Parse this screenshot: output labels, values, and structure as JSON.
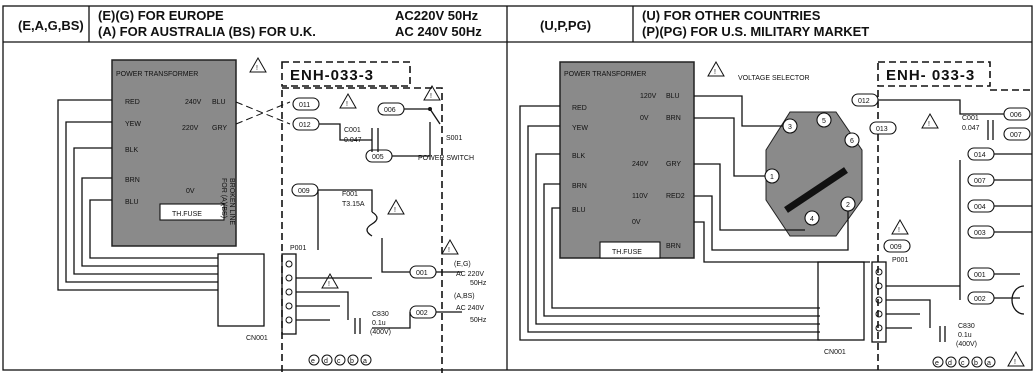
{
  "left": {
    "models": "(E,A,G,BS)",
    "region1": "(E)(G) FOR EUROPE",
    "region2": "(A) FOR AUSTRALIA (BS) FOR U.K.",
    "volt1": "AC220V 50Hz",
    "volt2": "AC 240V 50Hz",
    "board": "ENH-033-3",
    "transformer_label": "POWER TRANSFORMER",
    "wires": [
      "RED",
      "YEW",
      "BLK",
      "BRN",
      "BLU"
    ],
    "taps": [
      "240V",
      "220V",
      "0V"
    ],
    "tap_colors": [
      "BLU",
      "GRY"
    ],
    "thfuse": "TH.FUSE",
    "broken_line": [
      "BROKEN LINE",
      "FOR (A)(BS)"
    ],
    "connectors": [
      "011",
      "012",
      "006",
      "005",
      "009",
      "001",
      "002"
    ],
    "capacitor": [
      "C001",
      "0.047"
    ],
    "switch": "S001",
    "switch_label": "POWER SWITCH",
    "fuse": [
      "F001",
      "T3.15A"
    ],
    "plug": "P001",
    "cn": "CN001",
    "cap830": [
      "C830",
      "0.1u",
      "(400V)"
    ],
    "ac_e": [
      "(E,G)",
      "AC 220V",
      "50Hz"
    ],
    "ac_a": [
      "(A,BS)",
      "AC 240V",
      "50Hz"
    ],
    "letters": [
      "e",
      "d",
      "c",
      "b",
      "a"
    ]
  },
  "right": {
    "models": "(U,P,PG)",
    "region1": "(U) FOR OTHER COUNTRIES",
    "region2": "(P)(PG) FOR U.S. MILITARY MARKET",
    "board": "ENH- 033-3",
    "voltage_selector": "VOLTAGE SELECTOR",
    "transformer_label": "POWER TRANSFORMER",
    "wires": [
      "RED",
      "YEW",
      "BLK",
      "BRN",
      "BLU"
    ],
    "taps": [
      "120V",
      "0V",
      "240V",
      "110V",
      "0V"
    ],
    "tap_colors": [
      "BLU",
      "BRN",
      "GRY",
      "RED2",
      "BRN"
    ],
    "thfuse": "TH.FUSE",
    "connectors": [
      "012",
      "013",
      "006",
      "007",
      "014",
      "007",
      "004",
      "003",
      "001",
      "002",
      "009"
    ],
    "selector_positions": [
      "1",
      "2",
      "3",
      "4",
      "5",
      "6"
    ],
    "capacitor": [
      "C001",
      "0.047"
    ],
    "plug": "P001",
    "cn": "CN001",
    "cap830": [
      "C830",
      "0.1u",
      "(400V)"
    ],
    "letters": [
      "e",
      "d",
      "c",
      "b",
      "a"
    ]
  }
}
